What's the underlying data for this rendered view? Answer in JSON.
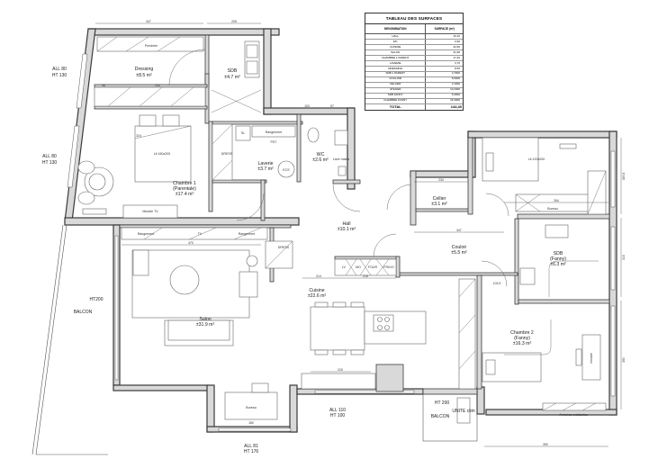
{
  "surface_table": {
    "title": "TABLEAU DES SURFACES",
    "headers": [
      "DENOMINATION",
      "SURFACE (m²)"
    ],
    "rows": [
      {
        "name": "HALL",
        "value": "10,10"
      },
      {
        "name": "WC",
        "value": "2,60"
      },
      {
        "name": "CUISINE",
        "value": "22,60"
      },
      {
        "name": "SALON",
        "value": "31,90"
      },
      {
        "name": "CHAMBRE 1 PARENT",
        "value": "17,40"
      },
      {
        "name": "LAVERIE",
        "value": "3,70"
      },
      {
        "name": "DRESSING",
        "value": "8,50"
      },
      {
        "name": "SDB 1 PARENT",
        "value": "4,7000"
      },
      {
        "name": "COULOIR",
        "value": "5,5000"
      },
      {
        "name": "CELLIER",
        "value": "3,1000"
      },
      {
        "name": "ATELIER",
        "value": "10,2000"
      },
      {
        "name": "SDB FANNY",
        "value": "6,3000"
      },
      {
        "name": "CHAMBRE FANNY",
        "value": "16,3000"
      }
    ],
    "total_label": "TOTAL",
    "total_value": "144,40"
  },
  "rooms": {
    "dressing": {
      "name": "Dressing",
      "area": "±8.5 m²"
    },
    "sdb1": {
      "name": "SDB",
      "area": "±4.7 m²"
    },
    "chambre1": {
      "name": "Chambre 1",
      "sub": "(Parentale)",
      "area": "±17.4 m²"
    },
    "laverie": {
      "name": "Laverie",
      "area": "±3.7 m²"
    },
    "wc": {
      "name": "WC",
      "area": "±2.6 m²"
    },
    "hall": {
      "name": "Hall",
      "area": "±10.1 m²"
    },
    "cellier": {
      "name": "Cellier",
      "area": "±3.1 m²"
    },
    "couloir": {
      "name": "Couloir",
      "area": "±5.5 m²"
    },
    "sdb2": {
      "name": "SDB",
      "sub": "(Fanny)",
      "area": "±6.3 m²"
    },
    "chambre2": {
      "name": "Chambre 2",
      "sub": "(Fanny)",
      "area": "±16.3 m²"
    },
    "cuisine": {
      "name": "Cuisine",
      "area": "±22.6 m²"
    },
    "salon": {
      "name": "Salon",
      "area": "±31.9 m²"
    }
  },
  "furniture": {
    "penderie": "Penderie",
    "lit1": "Lit 160x200",
    "lit2": "Lit 120x200",
    "meuble_tv": "Meuble TV",
    "rangement1": "Rangement",
    "rangement2": "Rangement",
    "tv": "TV",
    "dress_ch1": "DRESS",
    "dress_salon": "DRESS",
    "rangement_lav": "Rangement",
    "pst": "PST",
    "sl": "SL",
    "ecs": "ECS",
    "lave_mains": "Lave mains",
    "bureau_ch2": "Bureau",
    "bureau_salon": "Bureau",
    "armoires": "Armoires existantes",
    "meuble_ch2": "meuble",
    "unite_clim": "UNITE clim",
    "frigo": "FRIGO",
    "four": "FOUR",
    "mo": "MO",
    "lv": "LV"
  },
  "annotations": {
    "window1": {
      "line1": "ALL 80",
      "line2": "HT 130"
    },
    "window2": {
      "line1": "ALL 80",
      "line2": "HT 130"
    },
    "balcon_left": {
      "height": "HT200",
      "label": "BALCON"
    },
    "balcon_right": {
      "height": "HT 200",
      "label": "BALCON"
    },
    "window_bottom1": {
      "line1": "ALL 81",
      "line2": "HT 176"
    },
    "window_bottom2": {
      "line1": "ALL 110",
      "line2": "HT 100"
    }
  },
  "dimensions": {
    "d_top1": "347",
    "d_top2": "205",
    "d_wc1": "103",
    "d_wc2": "57",
    "d_dress_h": "312",
    "d_dress_w": "230",
    "d_98": "98",
    "d_sdb_h": "206",
    "d_ch1_left": "324",
    "d_ch1_50a": "50",
    "d_ch1_50b": "50",
    "d_ch1_h": "280",
    "d_salon_w": "470",
    "d_cuisine_w1": "214",
    "d_cuisine_w2": "218",
    "d_ilot": "280",
    "d_bureau_h": "210",
    "d_bureau_w": "180",
    "d_bureau_w2": "210",
    "d_couloir": "347",
    "d_cellier": "234",
    "d_ch2_w": "264",
    "d_ch2_bottom": "390",
    "d_ch2_right1": "347.8",
    "d_ch2_right2": "315",
    "d_ch2_right3": "390",
    "d_ch2_150": "150",
    "d_ch2_90": "90",
    "d_couloir_1035": "103.5",
    "d_couloir_292": "292",
    "d_couloir_100": "100",
    "d_lav_120": "120",
    "d_sdb2_87a": "87",
    "d_sdb2_87b": "87",
    "d_sdb2_108": "108",
    "d_sdb2_100": "100",
    "d_buf_215": "215",
    "d_cuis_227": "227",
    "d_cuis_380": "380"
  },
  "colors": {
    "wall_fill": "#d9d9d9",
    "wall_stroke": "#3a3a3a",
    "background": "#ffffff"
  }
}
